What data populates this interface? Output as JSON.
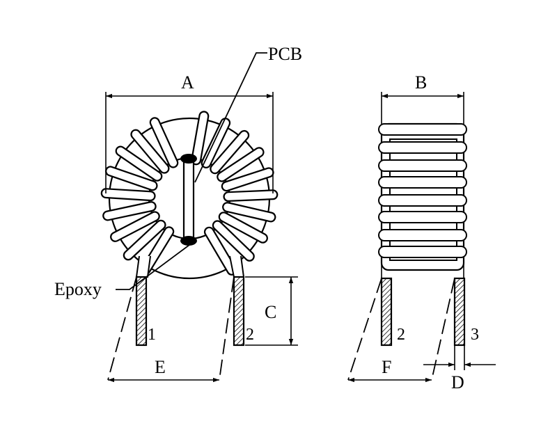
{
  "labels": {
    "A": "A",
    "B": "B",
    "C": "C",
    "D": "D",
    "E": "E",
    "F": "F",
    "pcb": "PCB",
    "epoxy": "Epoxy"
  },
  "pins": {
    "front_left": "1",
    "front_right": "2",
    "side_left": "2",
    "side_right": "3"
  },
  "colors": {
    "stroke": "#000000",
    "background": "#ffffff"
  }
}
